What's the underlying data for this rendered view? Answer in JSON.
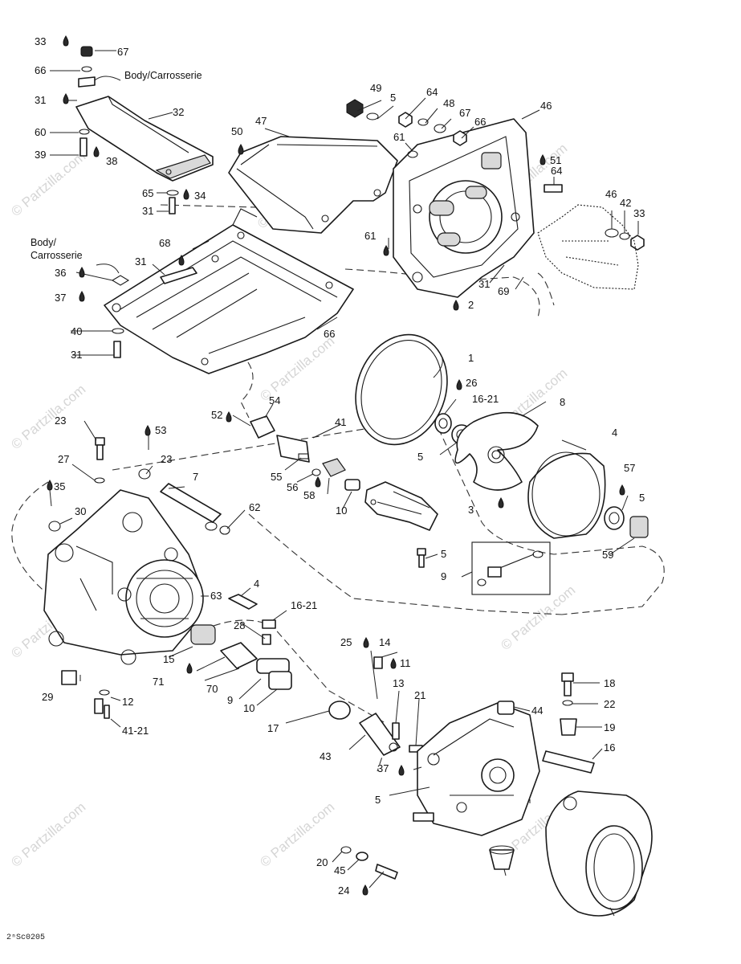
{
  "watermark_text": "© Partzilla.com",
  "diagram_ref": "2ⁿSc0205",
  "notes": {
    "body_top": "Body/Carrosserie",
    "body_left_1": "Body/",
    "body_left_2": "Carrosserie"
  },
  "callouts": [
    "33",
    "67",
    "66",
    "31",
    "32",
    "60",
    "39",
    "38",
    "65",
    "34",
    "31",
    "47",
    "50",
    "46",
    "61",
    "64",
    "48",
    "67",
    "66",
    "49",
    "5",
    "64",
    "51",
    "46",
    "42",
    "33",
    "31",
    "36",
    "37",
    "40",
    "31",
    "66",
    "68",
    "31",
    "69",
    "61",
    "2",
    "1",
    "26",
    "16-21",
    "8",
    "5",
    "3",
    "4",
    "57",
    "5",
    "59",
    "52",
    "53",
    "54",
    "41",
    "55",
    "56",
    "58",
    "10",
    "9",
    "5",
    "23",
    "27",
    "35",
    "23",
    "7",
    "62",
    "30",
    "63",
    "4",
    "16-21",
    "28",
    "15",
    "71",
    "70",
    "9",
    "10",
    "29",
    "12",
    "41-21",
    "25",
    "14",
    "11",
    "13",
    "21",
    "17",
    "43",
    "37",
    "5",
    "44",
    "18",
    "22",
    "19",
    "16",
    "20",
    "45",
    "24"
  ]
}
